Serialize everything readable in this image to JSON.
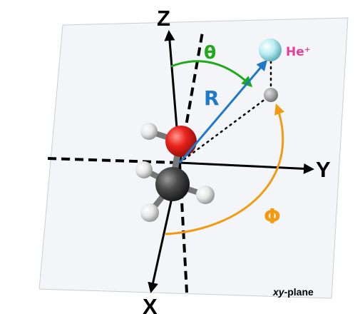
{
  "axes": {
    "z_label": "Z",
    "y_label": "Y",
    "x_label": "X"
  },
  "symbols": {
    "theta": "θ",
    "r": "R",
    "phi": "Φ",
    "ion": "He⁺"
  },
  "plane": {
    "label_italic": "xy",
    "label_rest": "-plane"
  },
  "colors": {
    "theta": "#22a81b",
    "r": "#1f78c8",
    "phi": "#f29b12",
    "ion": "#e0439a",
    "oxygen": "#e8231c",
    "carbon": "#3f3f3f",
    "hydrogen": "#e6e6e6",
    "helium": "#b8eef2",
    "projection": "#9a9a9a",
    "plane": "#f3f5f8"
  }
}
